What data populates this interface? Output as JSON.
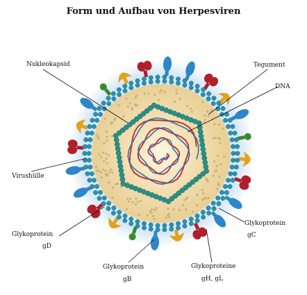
{
  "title": "Form und Aufbau von Herpesviren",
  "labels": {
    "nukleokapsid": "Nukleokapsid",
    "tegument": "Tegument",
    "dna": "DNA",
    "virushuelle": "Virushülle",
    "glykoprotein_gd_1": "Glykoprotein",
    "glykoprotein_gd_2": "gD",
    "glykoprotein_gc_1": "Glykoprotein",
    "glykoprotein_gc_2": "gC",
    "glykoprotein_gb_1": "Glykoprotein",
    "glykoprotein_gb_2": "gB",
    "glykoproteine_gh_1": "Glykoproteine",
    "glykoproteine_gh_2": "gH, gL"
  },
  "colors": {
    "envelope_beads": "#2f8fb0",
    "capsid_beads": "#2a8f86",
    "tegument": "#f3dfb0",
    "glyco_orange": "#e0a31a",
    "glyco_red": "#b0202a",
    "glyco_blue": "#2d86c8",
    "glyco_green": "#3a8a2a",
    "glow": "#3e8fd0"
  }
}
